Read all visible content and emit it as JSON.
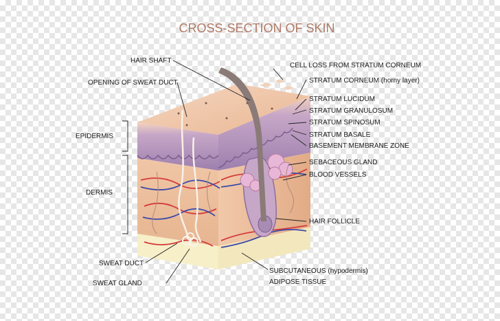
{
  "title": "CROSS-SECTION OF SKIN",
  "labels": {
    "hair_shaft": "HAIR SHAFT",
    "opening_sweat_duct": "OPENING OF SWEAT DUCT",
    "epidermis": "EPIDERMIS",
    "dermis": "DERMIS",
    "sweat_duct": "SWEAT DUCT",
    "sweat_gland": "SWEAT GLAND",
    "cell_loss": "CELL LOSS FROM STRATUM CORNEUM",
    "stratum_corneum": "STRATUM CORNEUM (horny layer)",
    "stratum_lucidum": "STRATUM LUCIDUM",
    "stratum_granulosum": "STRATUM GRANULOSUM",
    "stratum_spinosum": "STRATUM SPINOSUM",
    "stratum_basale": "STRATUM BASALE",
    "basement_membrane": "BASEMENT MEMBRANE ZONE",
    "sebaceous_gland": "SEBACEOUS GLAND",
    "blood_vessels": "BLOOD VESSELS",
    "hair_follicle": "HAIR FOLLICLE",
    "subcutaneous": "SUBCUTANEOUS (hypodermis)",
    "adipose": "ADIPOSE TISSUE"
  },
  "colors": {
    "title": "#b07a66",
    "skin_top": "#f0c8a8",
    "dermis": "#eebf9c",
    "epidermis_purple": "#a98cb4",
    "subcutaneous": "#f6efc8",
    "blood_red": "#d53a3a",
    "blood_blue": "#3b4aa8",
    "hair": "#8a7a78",
    "gland_pink": "#e8b6d6"
  }
}
